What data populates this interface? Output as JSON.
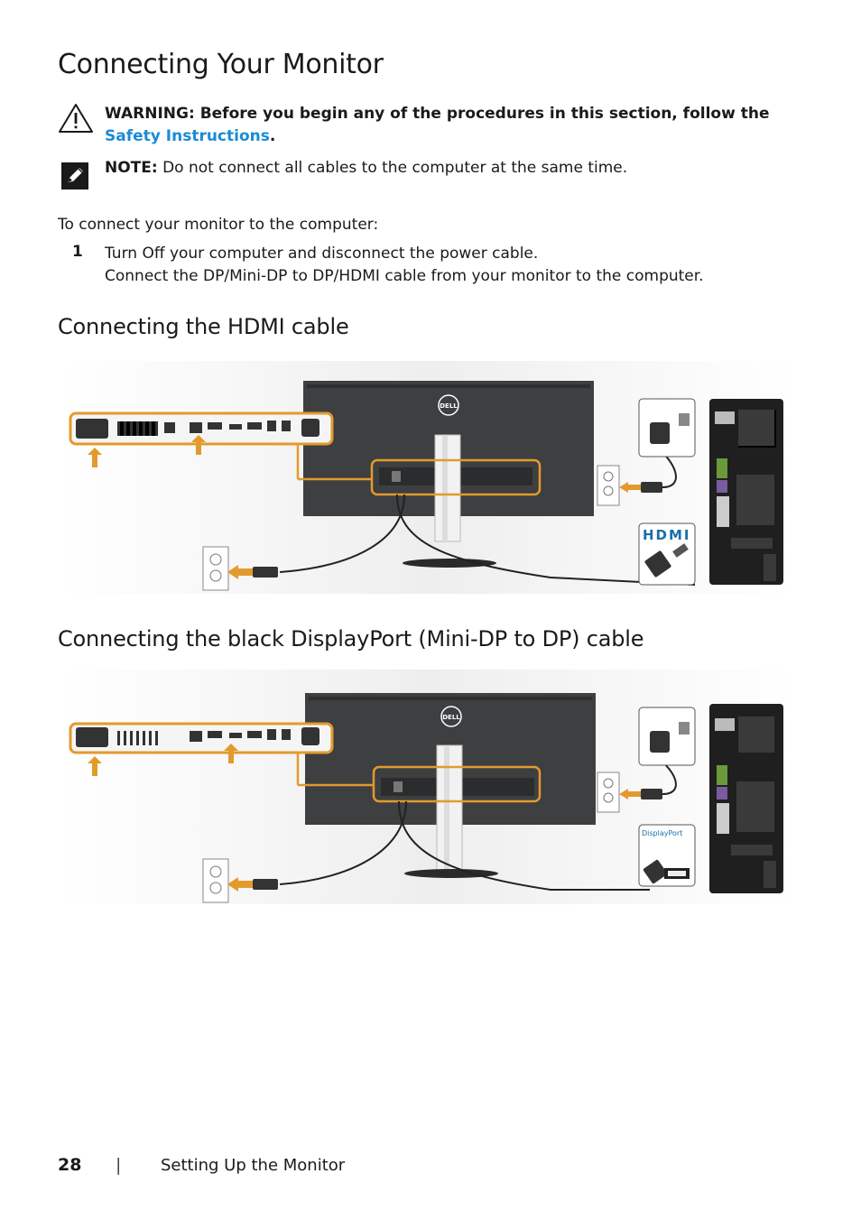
{
  "title": "Connecting Your Monitor",
  "warning": {
    "label": "WARNING:",
    "text": " Before you begin any of the procedures in this section, follow the ",
    "link": "Safety Instructions",
    "end": "."
  },
  "note": {
    "label": "NOTE:",
    "text": " Do not connect all cables to the computer at the same time."
  },
  "intro": "To connect your monitor to the computer:",
  "steps": [
    {
      "num": "1",
      "line1": "Turn Off your computer and disconnect the power cable.",
      "line2": "Connect the DP/Mini-DP to DP/HDMI cable from your monitor to the computer."
    }
  ],
  "sections": [
    {
      "heading": "Connecting the HDMI cable",
      "port_label": "HDMI"
    },
    {
      "heading": "Connecting the black DisplayPort (Mini-DP to DP) cable",
      "port_label": "DisplayPort"
    }
  ],
  "logo_text": "DELL",
  "footer": {
    "page": "28",
    "separator": "|",
    "section": "Setting Up the Monitor"
  },
  "colors": {
    "accent": "#e39a2d",
    "link": "#1a8bd6",
    "text": "#1a1a1a",
    "monitor": "#3d3f41"
  }
}
